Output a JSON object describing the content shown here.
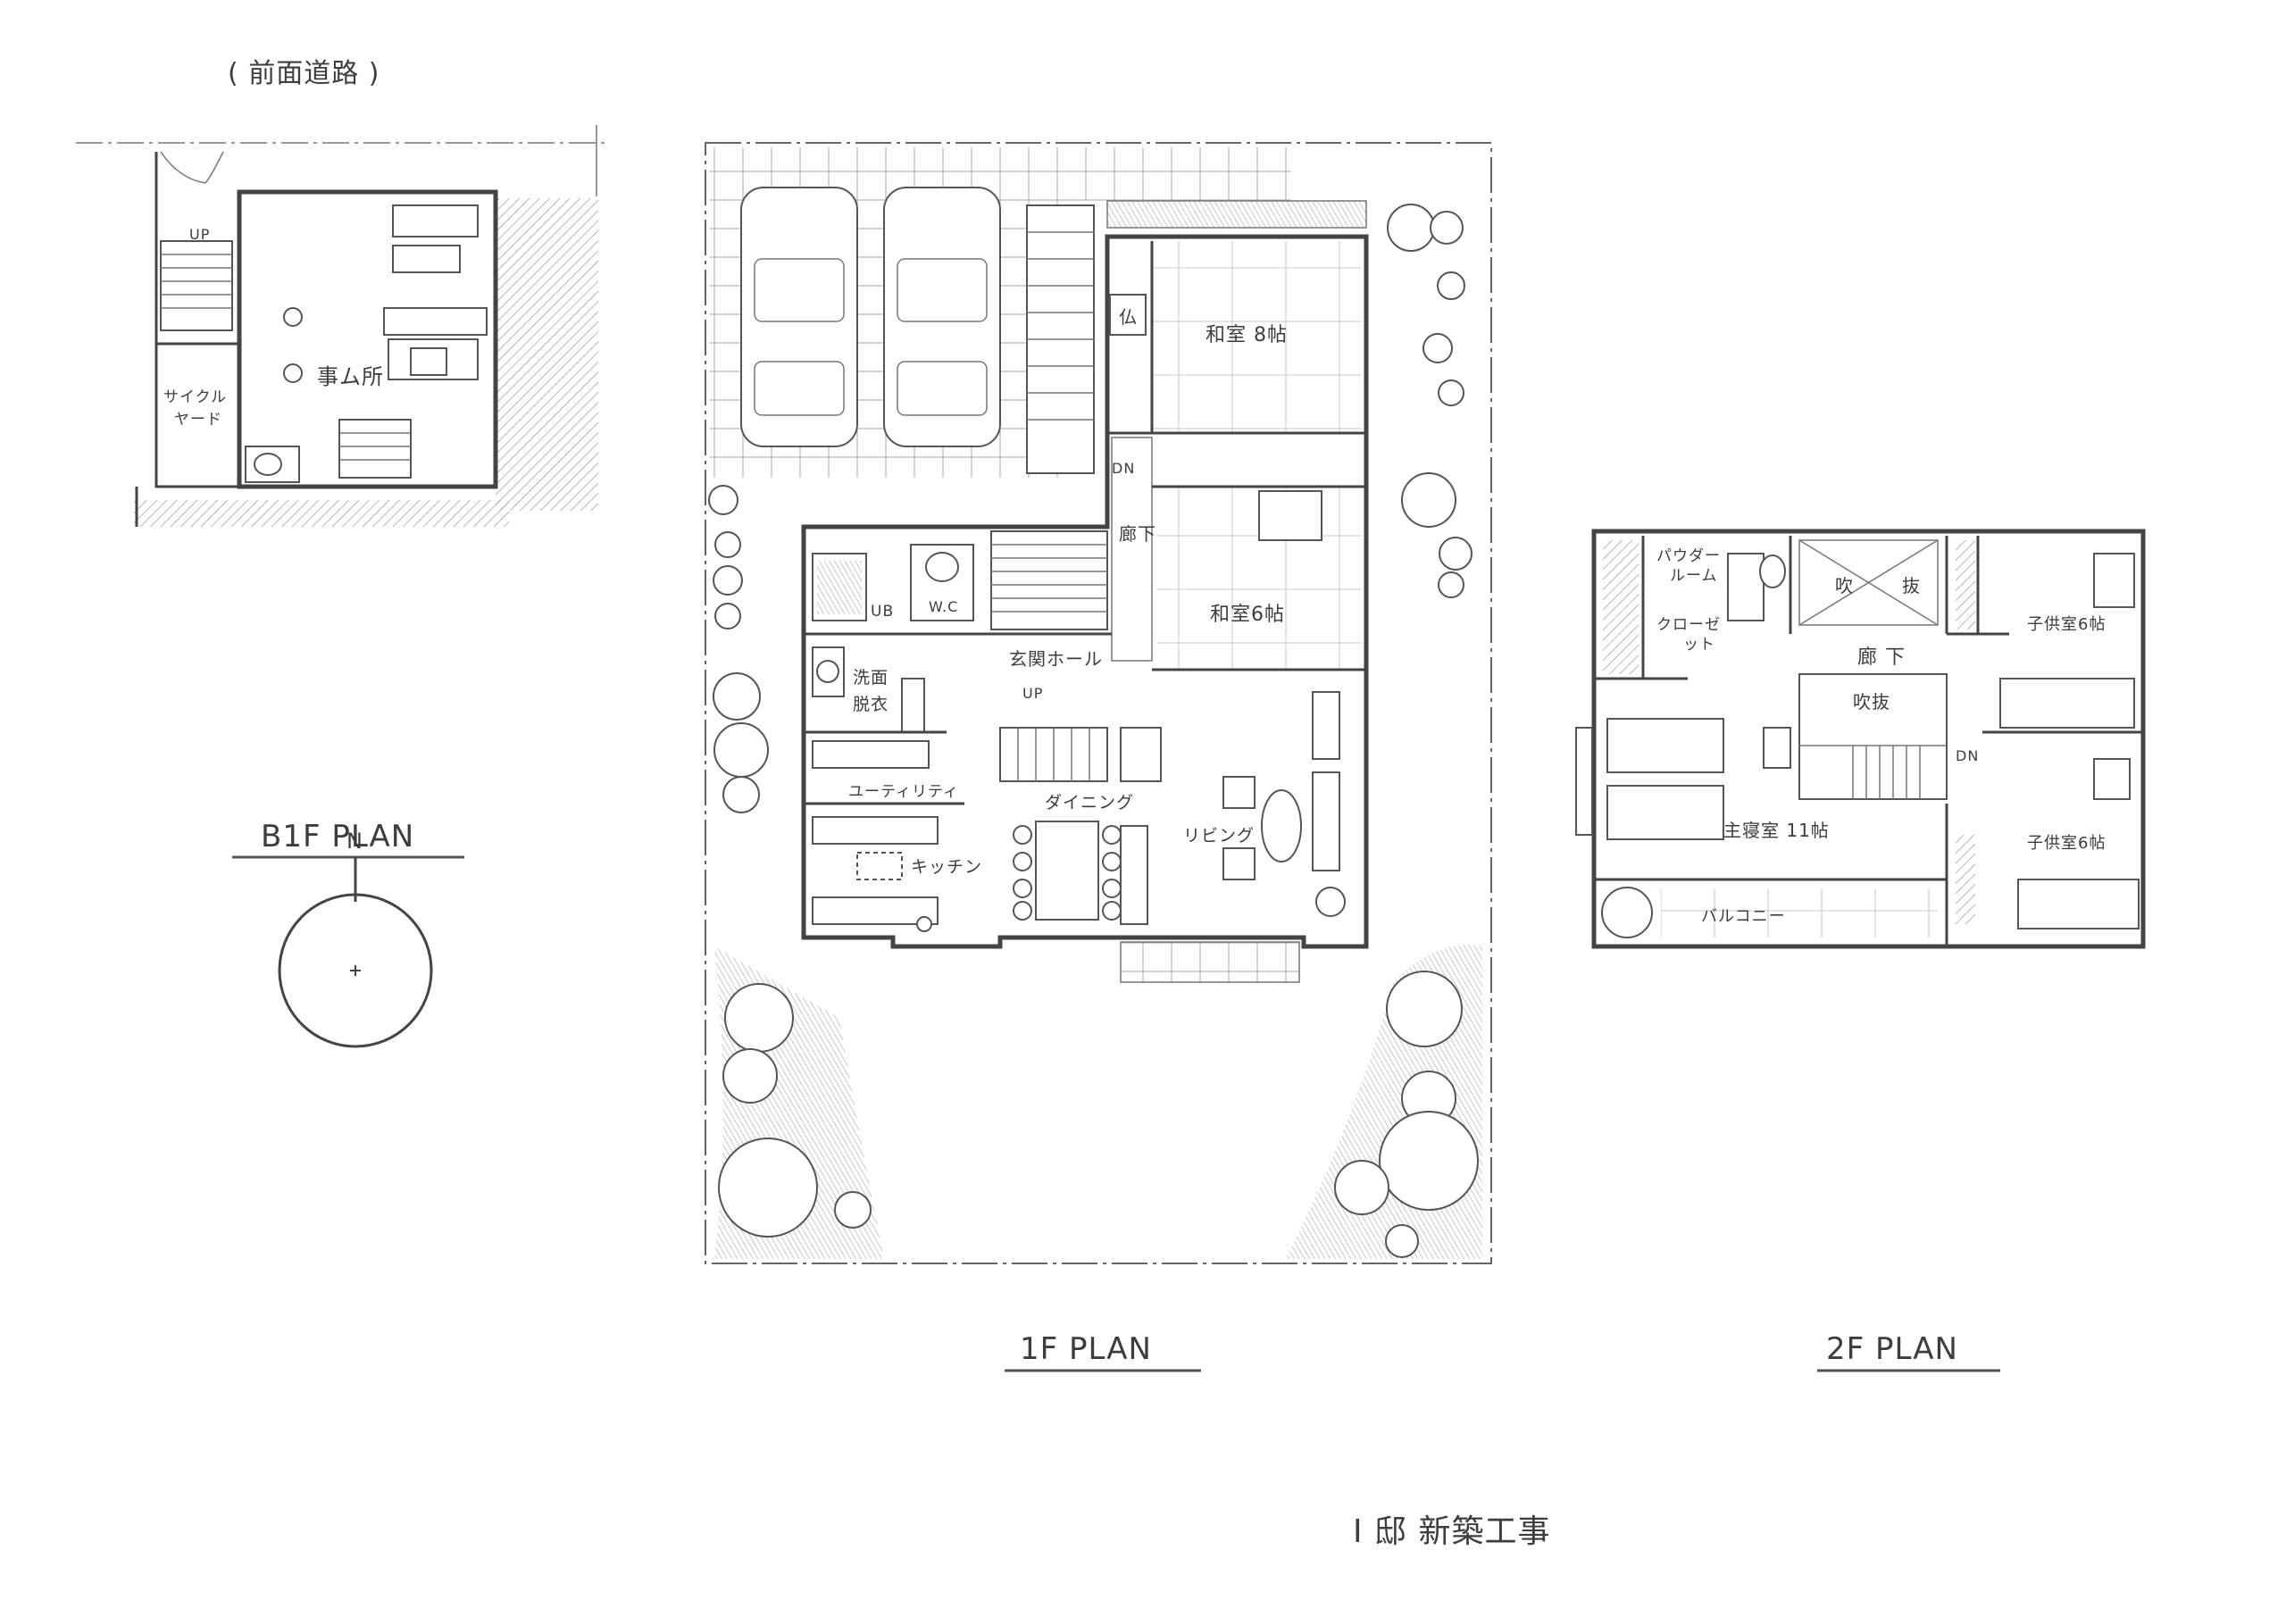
{
  "road_label": "( 前面道路 )",
  "b1f": {
    "plan_label": "B1F  PLAN",
    "rooms": {
      "office": "事ム所",
      "cycle_yard_1": "サイクル",
      "cycle_yard_2": "ヤード",
      "up": "UP"
    }
  },
  "f1": {
    "plan_label": "1F  PLAN",
    "rooms": {
      "washitsu8": "和室 8帖",
      "butsudan": "仏",
      "washitsu6": "和室6帖",
      "corridor": "廊下",
      "dn": "DN",
      "entrance_hall": "玄関ホール",
      "wc": "W.C",
      "ub": "UB",
      "washroom_1": "洗面",
      "washroom_2": "脱衣",
      "utility": "ユーティリティ",
      "dining": "ダイニング",
      "living": "リビング",
      "kitchen": "キッチン",
      "up": "UP"
    }
  },
  "f2": {
    "plan_label": "2F  PLAN",
    "rooms": {
      "powder_room_1": "パウダー",
      "powder_room_2": "ルーム",
      "closet_1": "クローゼ",
      "closet_2": "ット",
      "void_top_1": "吹",
      "void_top_2": "抜",
      "corridor": "廊 下",
      "void_stair": "吹抜",
      "dn": "DN",
      "child_room_1": "子供室6帖",
      "child_room_2": "子供室6帖",
      "master_bedroom": "主寝室 11帖",
      "balcony": "バルコニー"
    }
  },
  "compass": {
    "north_label": "N"
  },
  "project_title": "I 邸 新築工事"
}
